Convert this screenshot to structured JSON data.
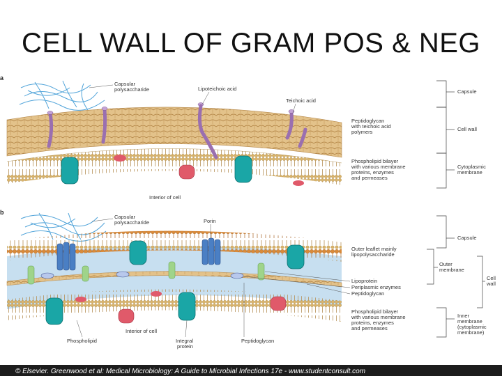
{
  "slide": {
    "title": "CELL WALL OF GRAM POS & NEG"
  },
  "panel_a": {
    "tag": "a",
    "labels": {
      "capsular_poly": [
        "Capsular",
        "polysaccharide"
      ],
      "lipoteichoic": "Lipoteichoic acid",
      "teichoic": "Teichoic acid",
      "peptidoglycan": [
        "Peptidoglycan",
        "with teichoic acid",
        "polymers"
      ],
      "phospholipid": [
        "Phospholipid bilayer",
        "with various membrane",
        "proteins, enzymes",
        "and permeases"
      ],
      "interior": "Interior of cell"
    },
    "brackets": {
      "capsule": "Capsule",
      "cell_wall": "Cell wall",
      "cytoplasmic": [
        "Cytoplasmic",
        "membrane"
      ]
    }
  },
  "panel_b": {
    "tag": "b",
    "labels": {
      "capsular_poly": [
        "Capsular",
        "polysaccharide"
      ],
      "porin": "Porin",
      "outer_leaflet": [
        "Outer leaflet mainly",
        "lipopolysaccharide"
      ],
      "lipoprotein": "Lipoprotein",
      "periplasmic": "Periplasmic enzymes",
      "peptidoglycan": "Peptidoglycan",
      "phospholipid_bilayer": [
        "Phospholipid bilayer",
        "with various membrane",
        "proteins, enzymes",
        "and permeases"
      ],
      "phospholipid": "Phospholipid",
      "interior": "Interior of cell",
      "integral": [
        "Integral",
        "protein"
      ],
      "peptidoglycan_bottom": "Peptidoglycan"
    },
    "brackets": {
      "capsule": "Capsule",
      "outer_membrane": [
        "Outer",
        "membrane"
      ],
      "cell_wall": [
        "Cell",
        "wall"
      ],
      "inner_membrane": [
        "Inner",
        "membrane",
        "(cytoplasmic",
        "membrane)"
      ]
    }
  },
  "credit": "© Elsevier. Greenwood et al: Medical Microbiology: A Guide to Microbial Infections 17e - www.studentconsult.com",
  "colors": {
    "bilayer_head": "#d9b36a",
    "lps_head": "#d98a3a",
    "peptidoglycan": "#e3c28a",
    "protein_teal": "#1aa6a6",
    "protein_pink": "#e05a6a",
    "protein_blue": "#4a7fc4",
    "lipoprotein_green": "#9fd48a",
    "teichoic_purple": "#9a6fb0",
    "periplasm": "#c7dff0",
    "capsule_blue": "#4fa3d9"
  }
}
